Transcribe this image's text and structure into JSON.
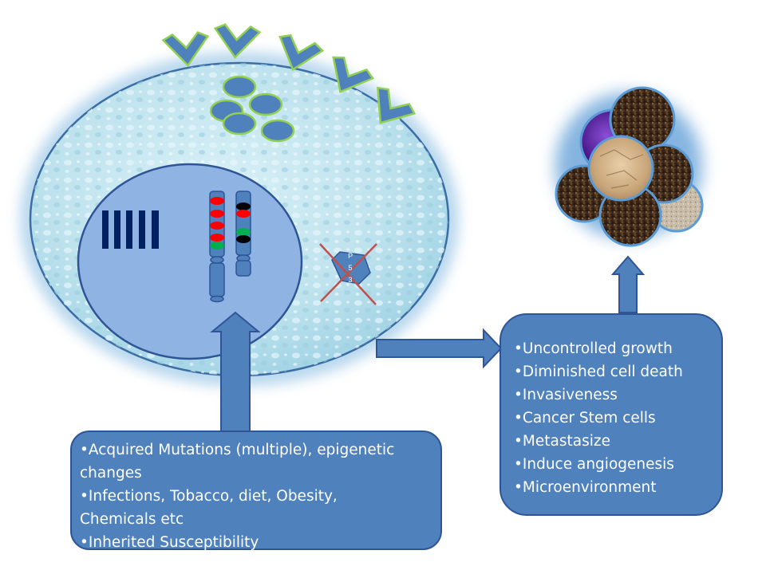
{
  "causes": {
    "lines": [
      "•Acquired Mutations (multiple), epigenetic",
      "changes",
      "•Infections, Tobacco, diet, Obesity,",
      "Chemicals etc",
      "•Inherited Susceptibility"
    ]
  },
  "hallmarks": {
    "items": [
      "•Uncontrolled growth",
      "•Diminished cell death",
      "•Invasiveness",
      "•Cancer Stem cells",
      "•Metastasize",
      "•Induce angiogenesis",
      "•Microenvironment"
    ]
  },
  "p53": {
    "letters": [
      "P",
      "5",
      "3"
    ]
  },
  "colors": {
    "arrow_fill": "#4f81bd",
    "box_fill": "#4f81bd",
    "cell_fill": "#bfe3ee",
    "nucleus_fill": "#8fb4e3",
    "receptor_border": "#92d050",
    "mutation_red": "#ff0000",
    "mutation_green": "#00b050",
    "mutation_black": "#000000",
    "cross_line": "#c0504d"
  }
}
